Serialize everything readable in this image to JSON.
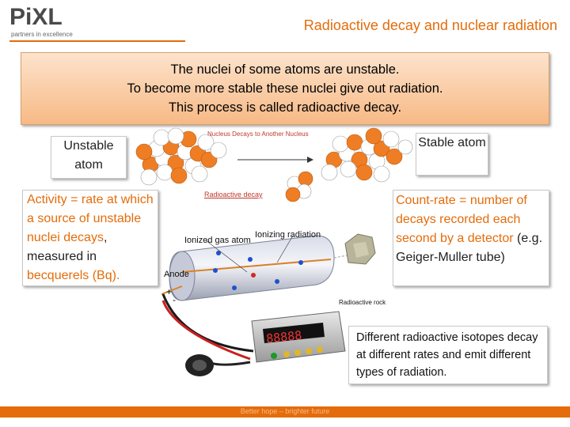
{
  "header": {
    "logo_text": "PiXL",
    "logo_subtitle": "partners in excellence",
    "title": "Radioactive decay and nuclear radiation"
  },
  "intro": {
    "line1": "The nuclei of some atoms are unstable.",
    "line2": "To become more stable these nuclei give out radiation.",
    "line3": "This process is called radioactive decay."
  },
  "labels": {
    "unstable_atom": "Unstable atom",
    "stable_atom": "Stable atom"
  },
  "activity": {
    "part1": "Activity = rate at which a source of unstable nuclei decays",
    "part2": ", measured in ",
    "part3": "becquerels (Bq)."
  },
  "countrate": {
    "part1": "Count-rate = number of decays recorded each second by a detector",
    "part2": " (e.g. Geiger-Muller tube)"
  },
  "different": {
    "text": "Different radioactive isotopes decay at different rates and emit different types of radiation."
  },
  "diagram": {
    "nucleus_decays": "Nucleus Decays to Another Nucleus",
    "radioactive_decay": "Radioactive decay",
    "ionized_gas_atom": "Ionized gas atom",
    "ionizing_radiation": "Ionizing radiation",
    "anode": "Anode",
    "radioactive_rock": "Radioactive rock",
    "plus": "+",
    "minus": "-",
    "counter_display": "88888"
  },
  "footer": {
    "text": "Better hope – brighter future"
  },
  "colors": {
    "accent": "#e46c0a",
    "nucleus_orange": "#ef7d23",
    "nucleus_white": "#ffffff"
  }
}
